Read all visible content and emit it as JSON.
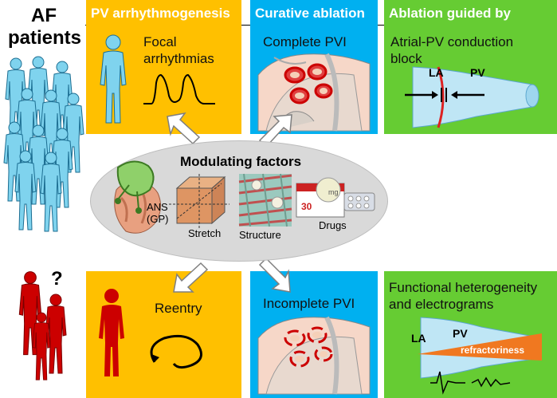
{
  "left": {
    "title_line1": "AF",
    "title_line2": "patients",
    "question": "?"
  },
  "headers": {
    "col1": "PV arrhythmogenesis",
    "col2": "Curative ablation",
    "col3": "Ablation guided by"
  },
  "top": {
    "col1_label_line1": "Focal",
    "col1_label_line2": "arrhythmias",
    "col2_label": "Complete PVI",
    "col3_label_line1": "Atrial-PV conduction",
    "col3_label_line2": "block",
    "la": "LA",
    "pv": "PV"
  },
  "middle": {
    "title": "Modulating factors",
    "ans_line1": "ANS",
    "ans_line2": "(GP)",
    "stretch": "Stretch",
    "structure": "Structure",
    "drugs": "Drugs",
    "drug_box_text": "30",
    "drug_box_text2": "mg"
  },
  "bottom": {
    "col1_label": "Reentry",
    "col2_label": "Incomplete PVI",
    "col3_label_line1": "Functional heterogeneity",
    "col3_label_line2": "and electrograms",
    "la": "LA",
    "pv": "PV",
    "refractoriness": "refractoriness"
  },
  "colors": {
    "orange": "#FFC000",
    "blue": "#00B0F0",
    "green": "#66CC33",
    "person_blue": "#7FD3EE",
    "person_red": "#CC0000",
    "oval": "#D9D9D9"
  }
}
